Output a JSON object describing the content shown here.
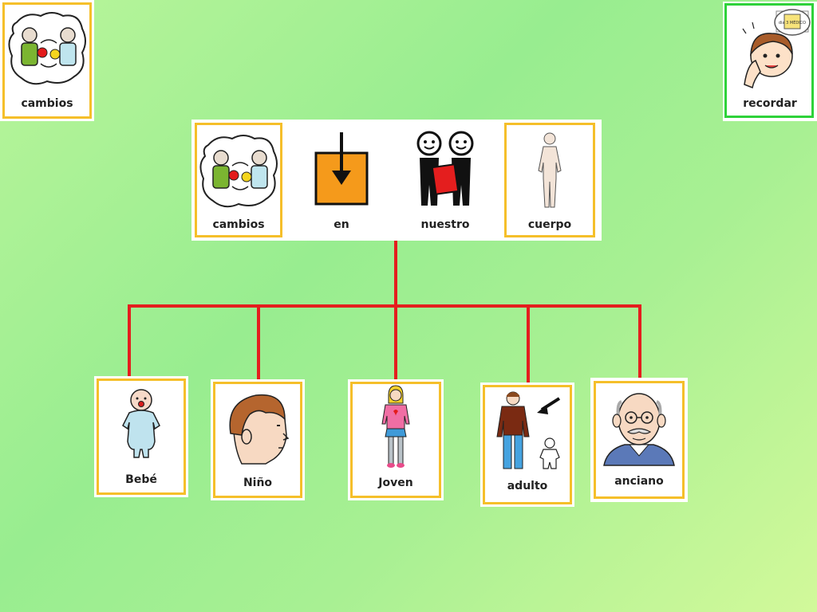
{
  "corner": {
    "left_label": "cambios",
    "right_label": "recordar",
    "note_text": "dia 3 MÉDICO"
  },
  "title": {
    "words": [
      "cambios",
      "en",
      "nuestro",
      "cuerpo"
    ]
  },
  "stages": [
    {
      "label": "Bebé"
    },
    {
      "label": "Niño"
    },
    {
      "label": "Joven"
    },
    {
      "label": "adulto"
    },
    {
      "label": "anciano"
    }
  ],
  "colors": {
    "frame_yellow": "#f5bf2a",
    "frame_green": "#2ed23a",
    "connector_red": "#e41e1e",
    "box_orange": "#f59a1b"
  }
}
